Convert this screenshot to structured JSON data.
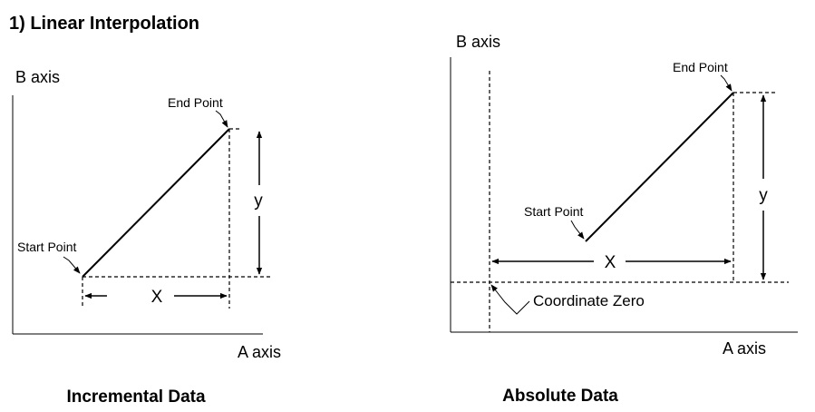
{
  "title": "1) Linear Interpolation",
  "incremental": {
    "b_axis_label": "B axis",
    "a_axis_label": "A axis",
    "start_point_label": "Start Point",
    "end_point_label": "End Point",
    "x_label": "X",
    "y_label": "y",
    "caption": "Incremental Data"
  },
  "absolute": {
    "b_axis_label": "B axis",
    "a_axis_label": "A axis",
    "start_point_label": "Start Point",
    "end_point_label": "End Point",
    "x_label": "X",
    "y_label": "y",
    "zero_label": "Coordinate Zero",
    "caption": "Absolute Data"
  }
}
